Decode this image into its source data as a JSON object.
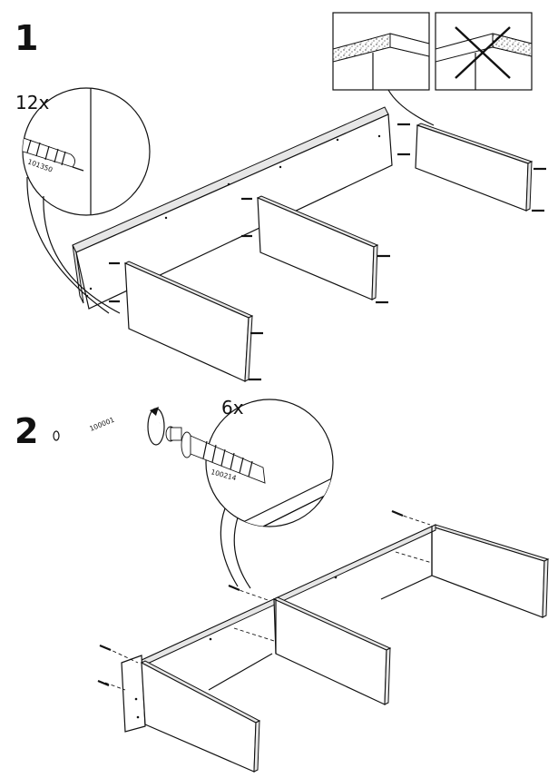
{
  "steps": [
    {
      "number": "1",
      "quantity": "12x",
      "part_number": "101350"
    },
    {
      "number": "2",
      "quantity": "6x",
      "tool_number": "100001",
      "part_number": "100214"
    }
  ],
  "colors": {
    "ink": "#111111",
    "paper": "#ffffff",
    "edge": "#e6e6e6"
  },
  "icons": [
    "wooden-dowel-icon",
    "hex-key-tool-icon",
    "rotation-arrow-icon",
    "cam-lock-bolt-icon",
    "do-not-cross-icon"
  ]
}
